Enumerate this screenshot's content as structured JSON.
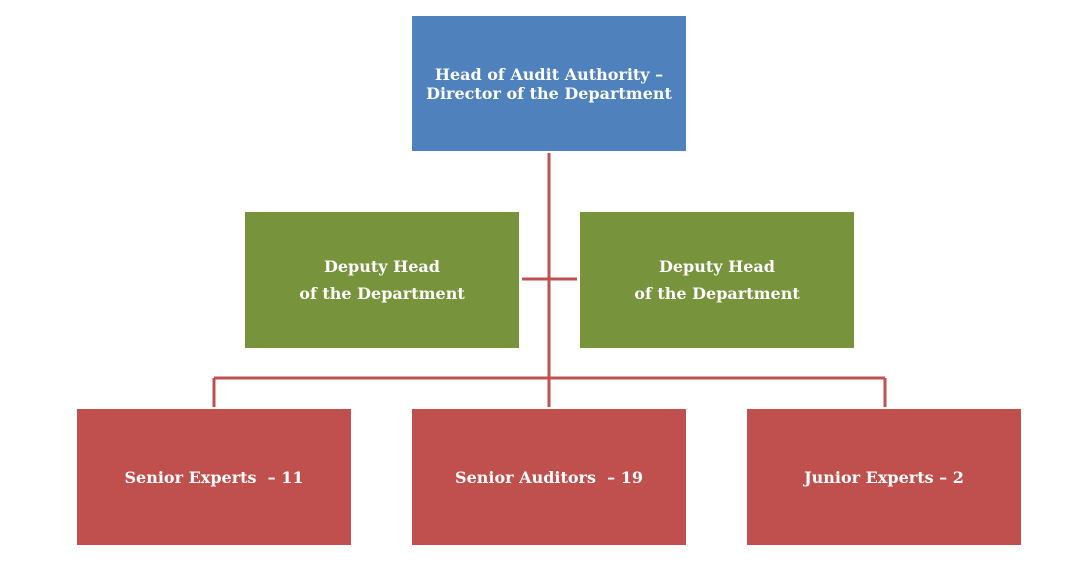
{
  "colors": {
    "head": "#4f81bd",
    "deputy": "#77933c",
    "staff": "#c0504d",
    "connector": "#c0504d"
  },
  "head": {
    "line1": "Head of Audit Authority –",
    "line2": "Director of the Department"
  },
  "deputies": [
    {
      "line1": "Deputy Head",
      "line2": "of the Department"
    },
    {
      "line1": "Deputy Head",
      "line2": "of the Department"
    }
  ],
  "staff": [
    {
      "label": "Senior Experts  – 11"
    },
    {
      "label": "Senior Auditors  – 19"
    },
    {
      "label": "Junior Experts – 2"
    }
  ]
}
